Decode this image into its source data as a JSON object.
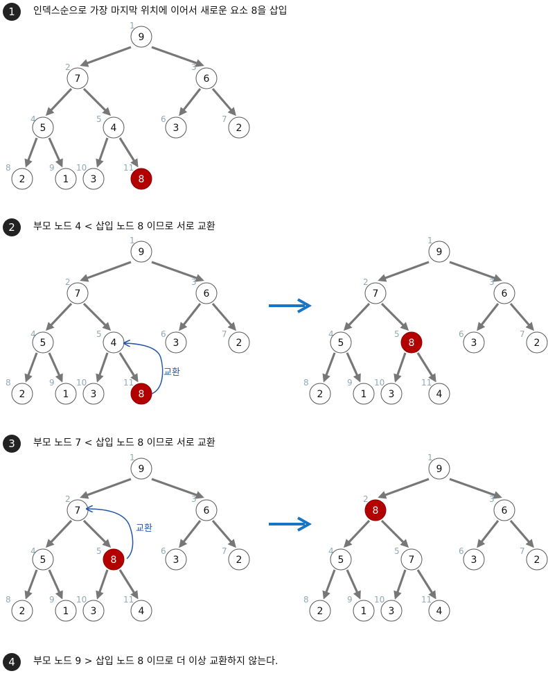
{
  "colors": {
    "edge": "#777777",
    "node_stroke": "#555555",
    "node_fill": "#ffffff",
    "highlight_fill": "#b30000",
    "highlight_text": "#ffffff",
    "index_text": "#8faab3",
    "swap": "#2255aa",
    "big_arrow": "#1874c4",
    "badge": "#222222"
  },
  "steps": [
    {
      "number": "1",
      "title": "인덱스순으로 가장 마지막 위치에 이어서 새로운 요소 8을 삽입"
    },
    {
      "number": "2",
      "title": "부모 노드 4 < 삽입 노드 8 이므로 서로 교환"
    },
    {
      "number": "3",
      "title": "부모 노드 7 < 삽입 노드 8 이므로 서로 교환"
    },
    {
      "number": "4",
      "title": "부모 노드 9 > 삽입 노드 8 이므로 더 이상 교환하지 않는다."
    }
  ],
  "trees": [
    {
      "id": "s1",
      "values": [
        "9",
        "7",
        "6",
        "5",
        "4",
        "3",
        "2",
        "2",
        "1",
        "3",
        "8"
      ],
      "highlight": 11
    },
    {
      "id": "s2-before",
      "values": [
        "9",
        "7",
        "6",
        "5",
        "4",
        "3",
        "2",
        "2",
        "1",
        "3",
        "8"
      ],
      "highlight": 11,
      "swap_label": "교환"
    },
    {
      "id": "s2-after",
      "values": [
        "9",
        "7",
        "6",
        "5",
        "8",
        "3",
        "2",
        "2",
        "1",
        "3",
        "4"
      ],
      "highlight": 5
    },
    {
      "id": "s3-before",
      "values": [
        "9",
        "7",
        "6",
        "5",
        "8",
        "3",
        "2",
        "2",
        "1",
        "3",
        "4"
      ],
      "highlight": 5,
      "swap_label": "교환"
    },
    {
      "id": "s3-after",
      "values": [
        "9",
        "8",
        "6",
        "5",
        "7",
        "3",
        "2",
        "2",
        "1",
        "3",
        "4"
      ],
      "highlight": 2
    }
  ],
  "indices": [
    "1",
    "2",
    "3",
    "4",
    "5",
    "6",
    "7",
    "8",
    "9",
    "10",
    "11"
  ]
}
